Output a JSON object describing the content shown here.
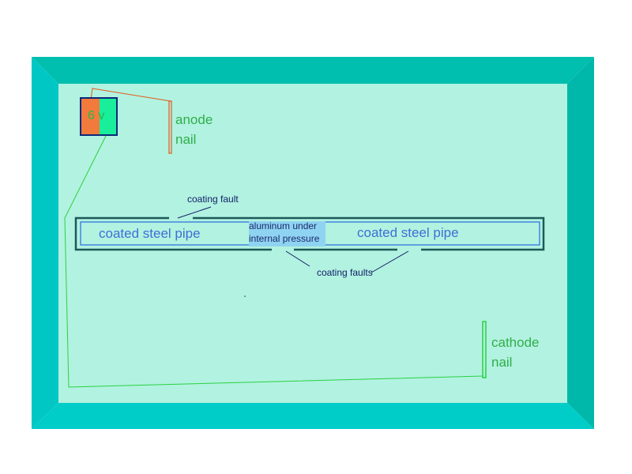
{
  "colors": {
    "frame_top": "#00bfae",
    "frame_left": "#00c7c4",
    "frame_right": "#00b8a9",
    "frame_bottom": "#00cdc8",
    "inner_fill": "#b2f2e0",
    "battery_left": "#f27a3c",
    "battery_right": "#19ee9a",
    "anode_wire": "#e05a1c",
    "cathode_wire": "#29d142",
    "pipe_outline": "#1b5a5a",
    "pipe_inner": "#3b7de0",
    "aluminum_fill": "#8fd3f2",
    "pointer_line": "#14206a"
  },
  "battery": {
    "label": "6 v"
  },
  "anode": {
    "line1": "anode",
    "line2": "nail"
  },
  "cathode": {
    "line1": "cathode",
    "line2": "nail"
  },
  "pipe": {
    "left_label": "coated steel pipe",
    "right_label": "coated steel pipe",
    "aluminum_line1": "aluminum under",
    "aluminum_line2": "internal pressure"
  },
  "faults": {
    "single": "coating fault",
    "multiple": "coating faults"
  }
}
